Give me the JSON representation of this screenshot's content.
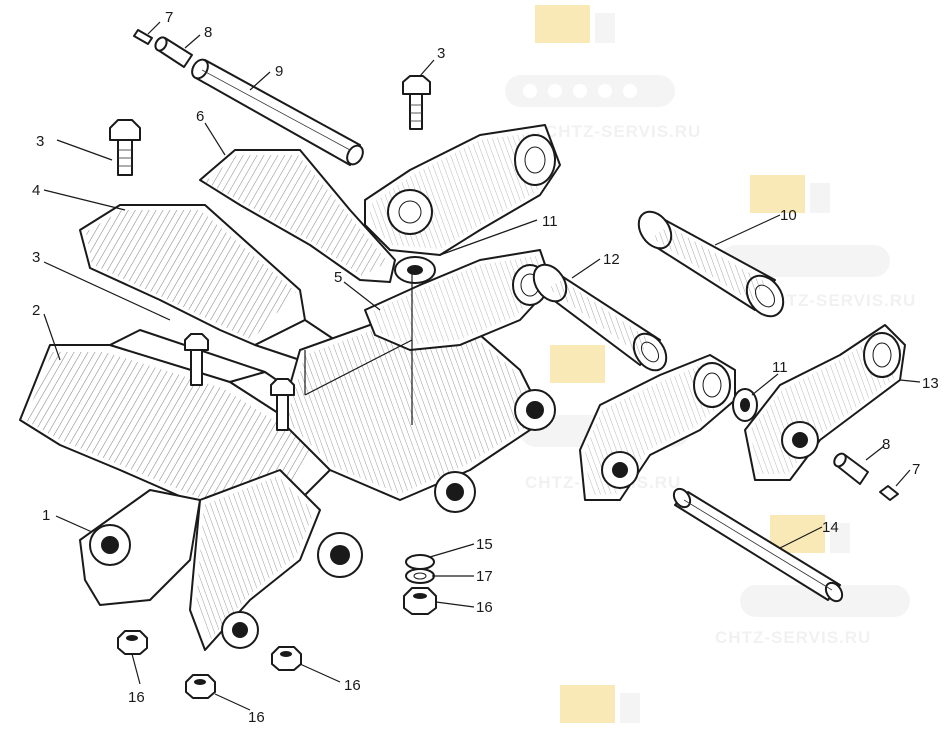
{
  "watermark": {
    "text": "CHTZ-SERVIS.RU",
    "color": "#f2d77a"
  },
  "callouts": [
    {
      "id": "c7a",
      "text": "7"
    },
    {
      "id": "c8a",
      "text": "8"
    },
    {
      "id": "c9",
      "text": "9"
    },
    {
      "id": "c3a",
      "text": "3"
    },
    {
      "id": "c3b",
      "text": "3"
    },
    {
      "id": "c6",
      "text": "6"
    },
    {
      "id": "c4",
      "text": "4"
    },
    {
      "id": "c11a",
      "text": "11"
    },
    {
      "id": "c10",
      "text": "10"
    },
    {
      "id": "c3c",
      "text": "3"
    },
    {
      "id": "c12",
      "text": "12"
    },
    {
      "id": "c5",
      "text": "5"
    },
    {
      "id": "c2",
      "text": "2"
    },
    {
      "id": "c11b",
      "text": "11"
    },
    {
      "id": "c13",
      "text": "13"
    },
    {
      "id": "c8b",
      "text": "8"
    },
    {
      "id": "c7b",
      "text": "7"
    },
    {
      "id": "c1",
      "text": "1"
    },
    {
      "id": "c15",
      "text": "15"
    },
    {
      "id": "c14",
      "text": "14"
    },
    {
      "id": "c17",
      "text": "17"
    },
    {
      "id": "c16a",
      "text": "16"
    },
    {
      "id": "c16b",
      "text": "16"
    },
    {
      "id": "c16c",
      "text": "16"
    },
    {
      "id": "c16d",
      "text": "16"
    }
  ]
}
